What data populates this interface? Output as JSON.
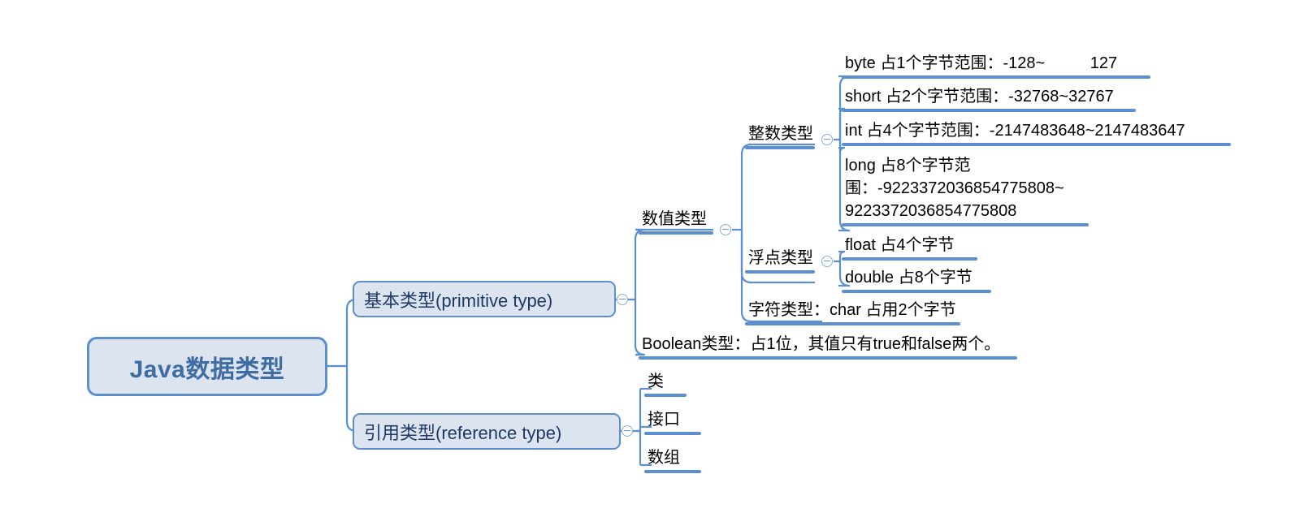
{
  "diagram": {
    "title": "Java数据类型",
    "type": "mind-map",
    "colors": {
      "node_fill": "#dce4f0",
      "node_border": "#5b8fd0",
      "root_text": "#3e6ca3",
      "level2_text": "#1f3864",
      "branch_line": "#5b8fd0",
      "leaf_text": "#000000",
      "background": "#ffffff"
    },
    "root": {
      "label": "Java数据类型"
    },
    "branches": [
      {
        "label": "基本类型(primitive type)",
        "toggle": "collapse-toggle-icon",
        "children": [
          {
            "label": "数值类型",
            "toggle": "collapse-toggle-icon",
            "children": [
              {
                "label": "整数类型",
                "toggle": "collapse-toggle-icon",
                "children": [
                  {
                    "label": "byte 占1个字节范围：-128~          127"
                  },
                  {
                    "label": "short 占2个字节范围：-32768~32767"
                  },
                  {
                    "label": "int 占4个字节范围：-2147483648~2147483647"
                  },
                  {
                    "label": "long 占8个字节范\n围：-9223372036854775808~\n9223372036854775808"
                  }
                ]
              },
              {
                "label": "浮点类型",
                "toggle": "collapse-toggle-icon",
                "children": [
                  {
                    "label": "float 占4个字节"
                  },
                  {
                    "label": "double 占8个字节"
                  }
                ]
              },
              {
                "label": "字符类型：char 占用2个字节"
              }
            ]
          },
          {
            "label": "Boolean类型：占1位，其值只有true和false两个。"
          }
        ]
      },
      {
        "label": "引用类型(reference type)",
        "toggle": "collapse-toggle-icon",
        "children": [
          {
            "label": "类"
          },
          {
            "label": "接口"
          },
          {
            "label": "数组"
          }
        ]
      }
    ]
  }
}
